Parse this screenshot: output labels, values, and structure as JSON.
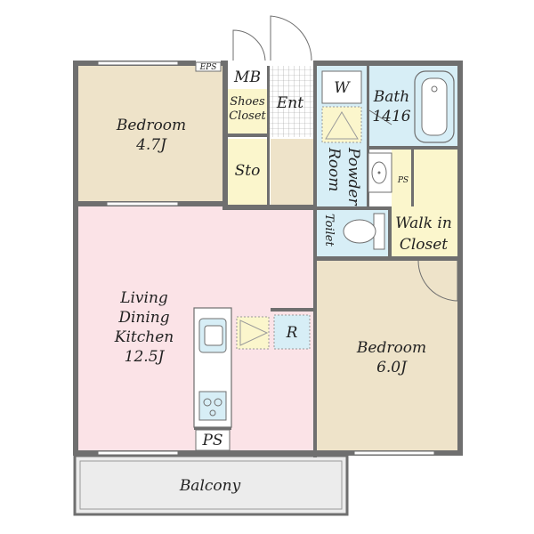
{
  "rooms": {
    "bedroom_1": {
      "name": "Bedroom",
      "size": "4.7J"
    },
    "bedroom_2": {
      "name": "Bedroom",
      "size": "6.0J"
    },
    "ldk": {
      "line1": "Living",
      "line2": "Dining",
      "line3": "Kitchen",
      "size": "12.5J"
    },
    "bath": {
      "name": "Bath",
      "size": "1416"
    },
    "powder_room": {
      "line1": "Powder",
      "line2": "Room"
    },
    "toilet": {
      "name": "Toilet"
    },
    "walk_in_closet": {
      "line1": "Walk in",
      "line2": "Closet"
    },
    "shoes_closet": {
      "line1": "Shoes",
      "line2": "Closet"
    },
    "storage": {
      "name": "Sto"
    },
    "meter_box": {
      "name": "MB"
    },
    "entrance": {
      "name": "Ent"
    },
    "balcony": {
      "name": "Balcony"
    }
  },
  "fixtures": {
    "eps": "EPS",
    "washer": "W",
    "refrigerator": "R",
    "ps_top": "PS",
    "ps_bottom": "PS"
  },
  "colors": {
    "ldk": "#fbe3e7",
    "bedroom": "#eee3c9",
    "wet_area": "#d7eef6",
    "closet": "#fbf6cc",
    "hall": "#eee3c9",
    "balcony": "#ececec",
    "wall": "#6f6f6f"
  }
}
